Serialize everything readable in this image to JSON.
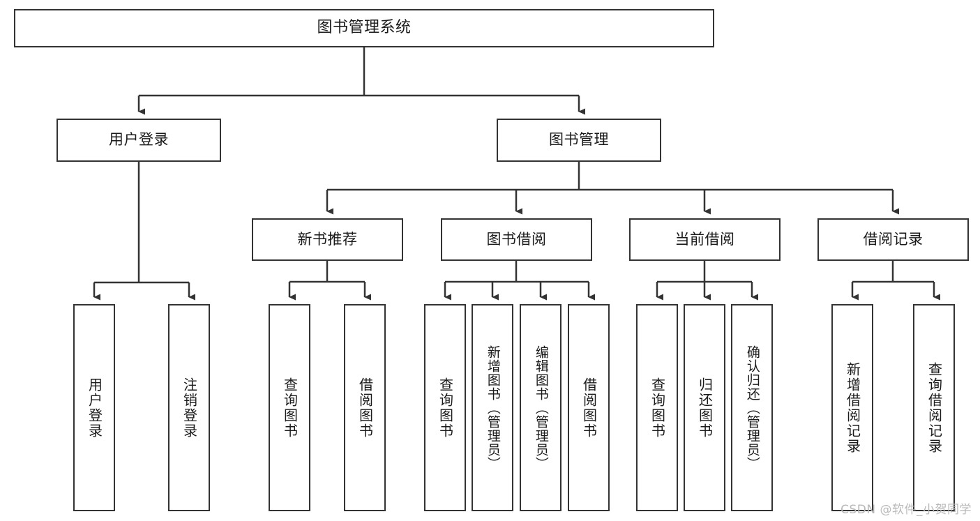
{
  "diagram": {
    "type": "tree-hierarchy-chart",
    "title": "图书管理系统",
    "watermark": "CSDN @软件_小贺同学",
    "colors": {
      "box_border": "#333333",
      "box_fill": "#ffffff",
      "connector": "#333333",
      "text": "#1a1a1a",
      "watermark": "#b9b9b9",
      "background": "#ffffff"
    },
    "root": {
      "label": "图书管理系统"
    },
    "level2": [
      {
        "label": "用户登录"
      },
      {
        "label": "图书管理"
      }
    ],
    "level3": [
      {
        "label": "新书推荐"
      },
      {
        "label": "图书借阅"
      },
      {
        "label": "当前借阅"
      },
      {
        "label": "借阅记录"
      }
    ],
    "leaves": {
      "user_login": [
        {
          "label": "用户登录"
        },
        {
          "label": "注销登录"
        }
      ],
      "new_book_recommend": [
        {
          "label": "查询图书"
        },
        {
          "label": "借阅图书"
        }
      ],
      "book_borrow": [
        {
          "label": "查询图书"
        },
        {
          "label": "新增图书（管理员）"
        },
        {
          "label": "编辑图书（管理员）"
        },
        {
          "label": "借阅图书"
        }
      ],
      "current_borrow": [
        {
          "label": "查询图书"
        },
        {
          "label": "归还图书"
        },
        {
          "label": "确认归还（管理员）"
        }
      ],
      "borrow_records": [
        {
          "label": "新增借阅记录"
        },
        {
          "label": "查询借阅记录"
        }
      ]
    }
  }
}
